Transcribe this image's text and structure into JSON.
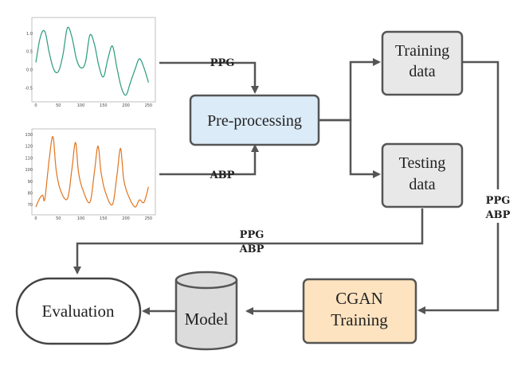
{
  "nodes": {
    "preprocessing": "Pre-processing",
    "training_data": [
      "Training",
      "data"
    ],
    "testing_data": [
      "Testing",
      "data"
    ],
    "cgan": [
      "CGAN",
      "Training"
    ],
    "model": "Model",
    "evaluation": "Evaluation"
  },
  "edge_labels": {
    "ppg_in": "PPG",
    "abp_in": "ABP",
    "test_eval": [
      "PPG",
      "ABP"
    ],
    "train_cgan": [
      "PPG",
      "ABP"
    ]
  },
  "colors": {
    "preprocessing_fill": "#dcebf8",
    "data_fill": "#e8e8e8",
    "cgan_fill": "#fde3bf",
    "model_fill": "#dcdcdc",
    "evaluation_fill": "#ffffff",
    "ppg_line": "#2a9a7d",
    "abp_line": "#e0741e",
    "edge": "#555555"
  },
  "chart_data": [
    {
      "type": "line",
      "series": [
        {
          "x": [
            0,
            10,
            20,
            30,
            40,
            50,
            60,
            70,
            80,
            90,
            100,
            110,
            120,
            130,
            140,
            150,
            160,
            170,
            180,
            190,
            200,
            210,
            220,
            230,
            240,
            250
          ],
          "values": [
            0.2,
            0.9,
            1.05,
            0.45,
            0.0,
            -0.05,
            0.4,
            1.15,
            0.9,
            0.3,
            0.05,
            0.2,
            0.95,
            0.7,
            0.1,
            -0.2,
            0.3,
            0.65,
            0.05,
            -0.5,
            -0.7,
            -0.35,
            0.0,
            0.3,
            0.05,
            -0.35
          ]
        }
      ],
      "xticks": [
        "0",
        "50",
        "100",
        "150",
        "200",
        "250"
      ],
      "yticks": [
        "1.0",
        "0.5",
        "0.0",
        "-0.5"
      ],
      "xlim": [
        0,
        260
      ],
      "ylim": [
        -0.8,
        1.35
      ]
    },
    {
      "type": "line",
      "series": [
        {
          "x": [
            0,
            8,
            15,
            20,
            30,
            38,
            45,
            55,
            70,
            80,
            88,
            95,
            105,
            120,
            130,
            138,
            145,
            155,
            170,
            180,
            188,
            195,
            205,
            220,
            230,
            240,
            250
          ],
          "values": [
            68,
            75,
            78,
            75,
            110,
            128,
            100,
            82,
            75,
            100,
            123,
            97,
            82,
            72,
            98,
            120,
            97,
            80,
            70,
            95,
            118,
            92,
            78,
            68,
            74,
            72,
            85
          ]
        }
      ],
      "xticks": [
        "0",
        "50",
        "100",
        "150",
        "200",
        "250"
      ],
      "yticks": [
        "130",
        "120",
        "110",
        "100",
        "90",
        "80",
        "70"
      ],
      "xlim": [
        0,
        260
      ],
      "ylim": [
        64,
        132
      ]
    }
  ]
}
